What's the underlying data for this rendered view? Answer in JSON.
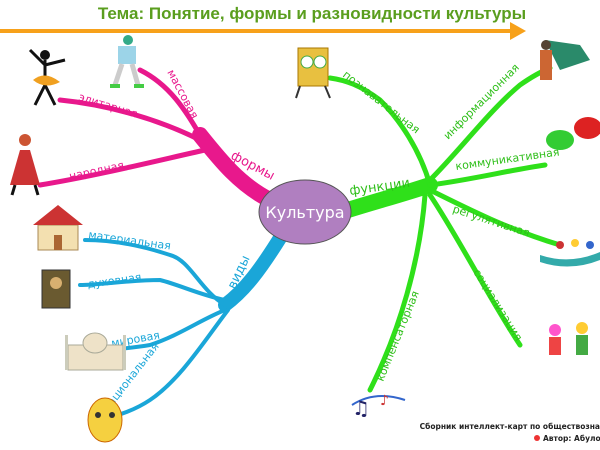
{
  "title": "Тема: Понятие, формы и разновидности культуры",
  "center": "Культура",
  "colors": {
    "forms": "#e8188c",
    "types": "#1aa6d8",
    "functions": "#2fe01a",
    "center": "#b07fc0",
    "arrow": "#f7a11a",
    "title": "#5a9e1e"
  },
  "forms": {
    "label": "формы",
    "items": [
      "массовая",
      "элитарная",
      "народная"
    ]
  },
  "types": {
    "label": "виды",
    "items": [
      "материальная",
      "духовная",
      "мировая",
      "национальная"
    ]
  },
  "functions": {
    "label": "функции",
    "items": [
      "познавательная",
      "информационная",
      "коммуникативная",
      "регулятивная",
      "социализация",
      "компенсаторная"
    ]
  },
  "footer": {
    "line1": "Сборник интеллект-карт по обществозна",
    "line2": "Автор: Абулова"
  }
}
